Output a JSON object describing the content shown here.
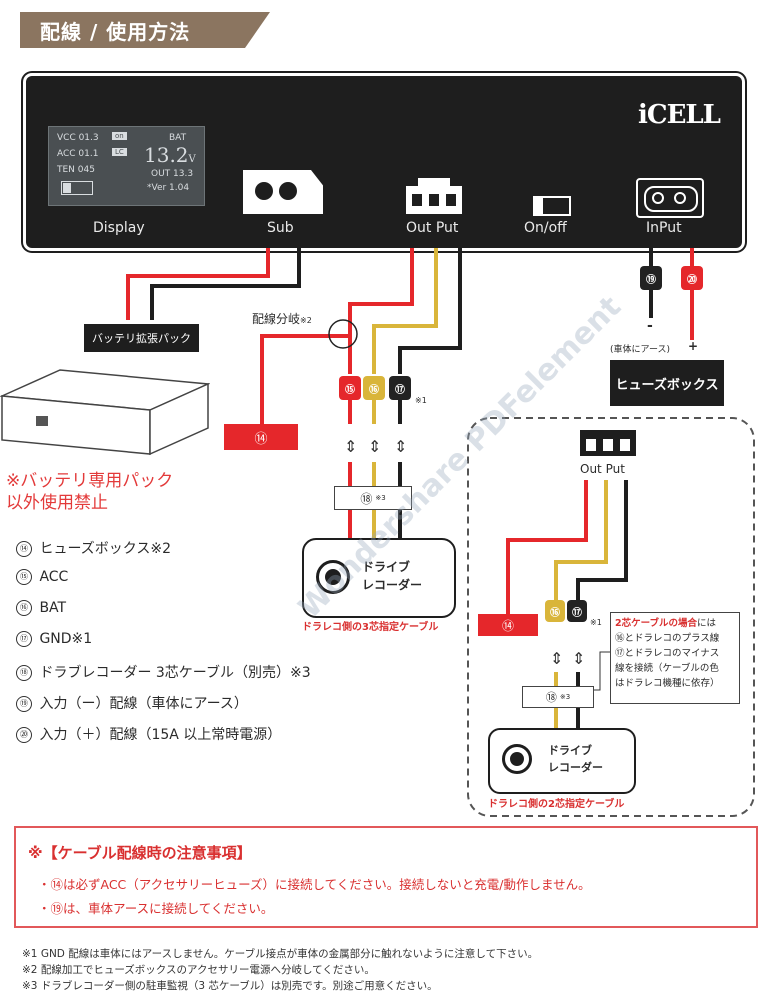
{
  "header": {
    "title": "配線 / 使用方法"
  },
  "device": {
    "brand": "iCELL",
    "screen": {
      "vcc": "VCC 01.3",
      "acc": "ACC 01.1",
      "ten": "TEN 045",
      "bat_label": "BAT",
      "voltage": "13.2",
      "voltage_unit": "V",
      "out": "OUT 13.3",
      "ver": "*Ver 1.04",
      "badge_on": "on",
      "badge_lc": "LC"
    },
    "labels": {
      "display": "Display",
      "sub": "Sub",
      "output": "Out Put",
      "onoff": "On/off",
      "input": "InPut"
    }
  },
  "wiring": {
    "battery_pack": "バッテリ拡張パック",
    "branch": "配線分岐",
    "branch_note": "※2",
    "ground_note": "(車体にアース)",
    "minus": "-",
    "plus": "+",
    "fuse_box": "ヒューズボックス",
    "badge_14": "⑭",
    "badge_15": "⑮",
    "badge_16": "⑯",
    "badge_17": "⑰",
    "badge_18": "⑱",
    "badge_19": "⑲",
    "badge_20": "⑳",
    "note_1": "※1",
    "note_3": "※3",
    "recorder": "ドライブ\nレコーダー",
    "cable3": "ドラレコ側の3芯指定ケーブル",
    "cable2": "ドラレコ側の2芯指定ケーブル",
    "output2": "Out Put",
    "two_core_note_title": "2芯ケーブルの場合",
    "two_core_note_suffix": "には",
    "two_core_note_body": "⑯とドラレコのプラス線\n⑰とドラレコのマイナス\n線を接続（ケーブルの色\nはドラレコ機種に依存）"
  },
  "battery_warning": [
    "※バッテリ専用パック",
    "以外使用禁止"
  ],
  "legend": [
    {
      "num": "⑭",
      "text": "ヒューズボックス※2"
    },
    {
      "num": "⑮",
      "text": "ACC"
    },
    {
      "num": "⑯",
      "text": "BAT"
    },
    {
      "num": "⑰",
      "text": "GND※1"
    },
    {
      "num": "⑱",
      "text": "ドラブレコーダー 3芯ケーブル（別売）※3"
    },
    {
      "num": "⑲",
      "text": "入力（ー）配線（車体にアース）"
    },
    {
      "num": "⑳",
      "text": "入力（＋）配線（15A 以上常時電源）"
    }
  ],
  "notice": {
    "title": "※【ケーブル配線時の注意事項】",
    "lines": [
      "・⑭は必ずACC（アクセサリーヒューズ）に接続してください。接続しないと充電/動作しません。",
      "・⑲は、車体アースに接続してください。"
    ]
  },
  "footnotes": [
    "※1 GND 配線は車体にはアースしません。ケーブル接点が車体の金属部分に触れないように注意して下さい。",
    "※2 配線加工でヒューズボックスのアクセサリー電源へ分岐してください。",
    "※3 ドラブレコーダー側の駐車監視（3 芯ケーブル）は別売です。別途ご用意ください。"
  ],
  "watermark": "Wondershare PDFelement",
  "colors": {
    "accent": "#8b7560",
    "red": "#e5272b",
    "yellow": "#d9b53a",
    "black": "#1e1e1e",
    "warning": "#d93030"
  }
}
